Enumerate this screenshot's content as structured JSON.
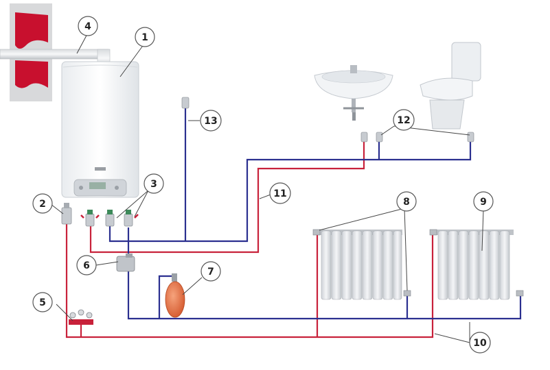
{
  "diagram": {
    "callouts": [
      {
        "id": "c1",
        "label": "1"
      },
      {
        "id": "c2",
        "label": "2"
      },
      {
        "id": "c3",
        "label": "3"
      },
      {
        "id": "c4",
        "label": "4"
      },
      {
        "id": "c5",
        "label": "5"
      },
      {
        "id": "c6",
        "label": "6"
      },
      {
        "id": "c7",
        "label": "7"
      },
      {
        "id": "c8",
        "label": "8"
      },
      {
        "id": "c9",
        "label": "9"
      },
      {
        "id": "c10",
        "label": "10"
      },
      {
        "id": "c11",
        "label": "11"
      },
      {
        "id": "c12",
        "label": "12"
      },
      {
        "id": "c13",
        "label": "13"
      }
    ],
    "colors": {
      "hot_pipe": "#c8213a",
      "cold_pipe": "#2a2f8f",
      "wall_red": "#c8102e",
      "tank_orange": "#e8703a"
    }
  }
}
